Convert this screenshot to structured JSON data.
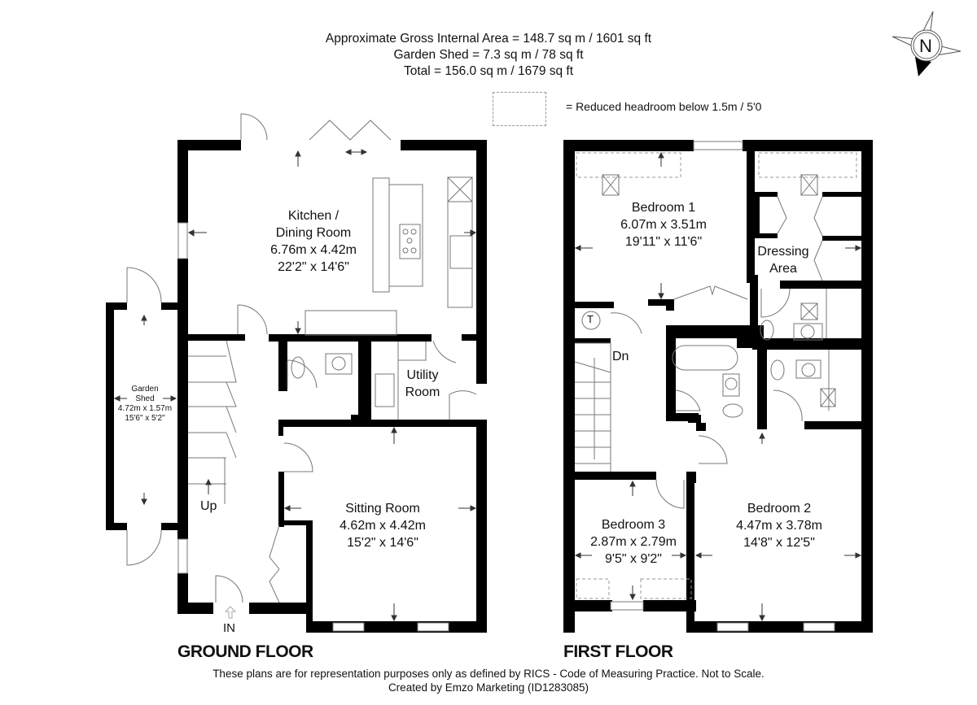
{
  "header": {
    "gross_internal_area": "Approximate Gross Internal Area = 148.7 sq m / 1601 sq ft",
    "garden_shed_area": "Garden Shed = 7.3 sq m / 78 sq ft",
    "total_area": "Total = 156.0 sq m / 1679 sq ft"
  },
  "compass": {
    "label": "N",
    "icon": "north-arrow-icon"
  },
  "legend": {
    "text": "= Reduced headroom below 1.5m / 5'0"
  },
  "ground_floor": {
    "title": "GROUND FLOOR",
    "rooms": [
      {
        "name_lines": [
          "Kitchen /",
          "Dining Room"
        ],
        "metric": "6.76m x 4.42m",
        "imperial": "22'2\" x 14'6\""
      },
      {
        "name_lines": [
          "Utility",
          "Room"
        ],
        "metric": "",
        "imperial": ""
      },
      {
        "name_lines": [
          "Sitting Room"
        ],
        "metric": "4.62m x 4.42m",
        "imperial": "15'2\" x 14'6\""
      },
      {
        "name_lines": [
          "Garden",
          "Shed"
        ],
        "metric": "4.72m x 1.57m",
        "imperial": "15'6\" x 5'2\""
      }
    ],
    "stairs_label": "Up",
    "entrance_label": "IN"
  },
  "first_floor": {
    "title": "FIRST FLOOR",
    "rooms": [
      {
        "name_lines": [
          "Bedroom 1"
        ],
        "metric": "6.07m x 3.51m",
        "imperial": "19'11\" x 11'6\""
      },
      {
        "name_lines": [
          "Dressing",
          "Area"
        ],
        "metric": "",
        "imperial": ""
      },
      {
        "name_lines": [
          "Bedroom 3"
        ],
        "metric": "2.87m x 2.79m",
        "imperial": "9'5\" x 9'2\""
      },
      {
        "name_lines": [
          "Bedroom 2"
        ],
        "metric": "4.47m x 3.78m",
        "imperial": "14'8\" x 12'5\""
      }
    ],
    "stairs_label": "Dn",
    "tank_label": "T"
  },
  "footer": {
    "disclaimer": "These plans are for representation purposes only as defined by RICS - Code of Measuring Practice. Not to Scale.",
    "credit": "Created by Emzo Marketing (ID1283085)"
  }
}
